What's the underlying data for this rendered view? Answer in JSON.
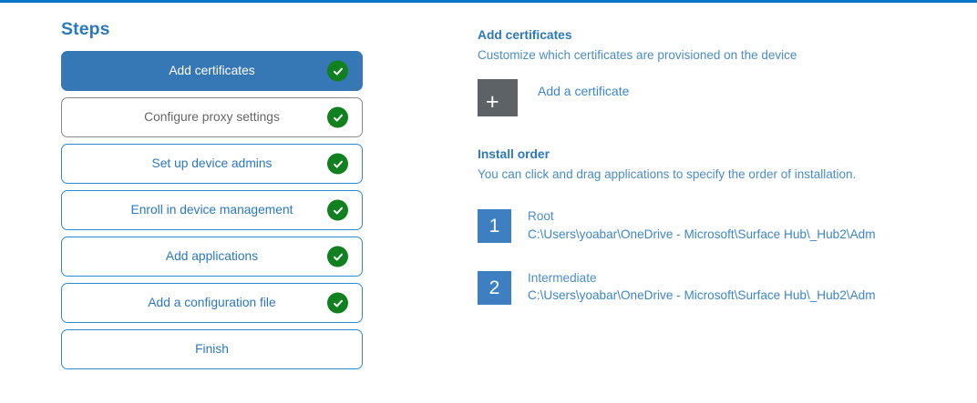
{
  "accent": {
    "top_rule": "#0078c8",
    "blue": "#2b78bf",
    "link_blue": "#3c86c6",
    "active_step_bg": "#3578b5",
    "check_green": "#11801f",
    "badge_blue": "#3e7fc1",
    "tile_gray": "#5c6266"
  },
  "steps": {
    "title": "Steps",
    "items": [
      {
        "label": "Add certificates",
        "state": "active",
        "completed": true
      },
      {
        "label": "Configure proxy settings",
        "state": "muted",
        "completed": true
      },
      {
        "label": "Set up device admins",
        "state": "default",
        "completed": true
      },
      {
        "label": "Enroll in device management",
        "state": "default",
        "completed": true
      },
      {
        "label": "Add applications",
        "state": "default",
        "completed": true
      },
      {
        "label": "Add a configuration file",
        "state": "default",
        "completed": true
      },
      {
        "label": "Finish",
        "state": "default",
        "completed": false
      }
    ]
  },
  "detail": {
    "heading": "Add certificates",
    "subheading": "Customize which certificates are provisioned on the device",
    "add_certificate_label": "Add a certificate",
    "add_icon": "plus-icon",
    "install_order": {
      "heading": "Install order",
      "subheading": "You can click and drag applications to specify the order of installation.",
      "items": [
        {
          "number": "1",
          "name": "Root",
          "path": "C:\\Users\\yoabar\\OneDrive - Microsoft\\Surface Hub\\_Hub2\\Adm"
        },
        {
          "number": "2",
          "name": "Intermediate",
          "path": "C:\\Users\\yoabar\\OneDrive - Microsoft\\Surface Hub\\_Hub2\\Adm"
        }
      ]
    }
  }
}
